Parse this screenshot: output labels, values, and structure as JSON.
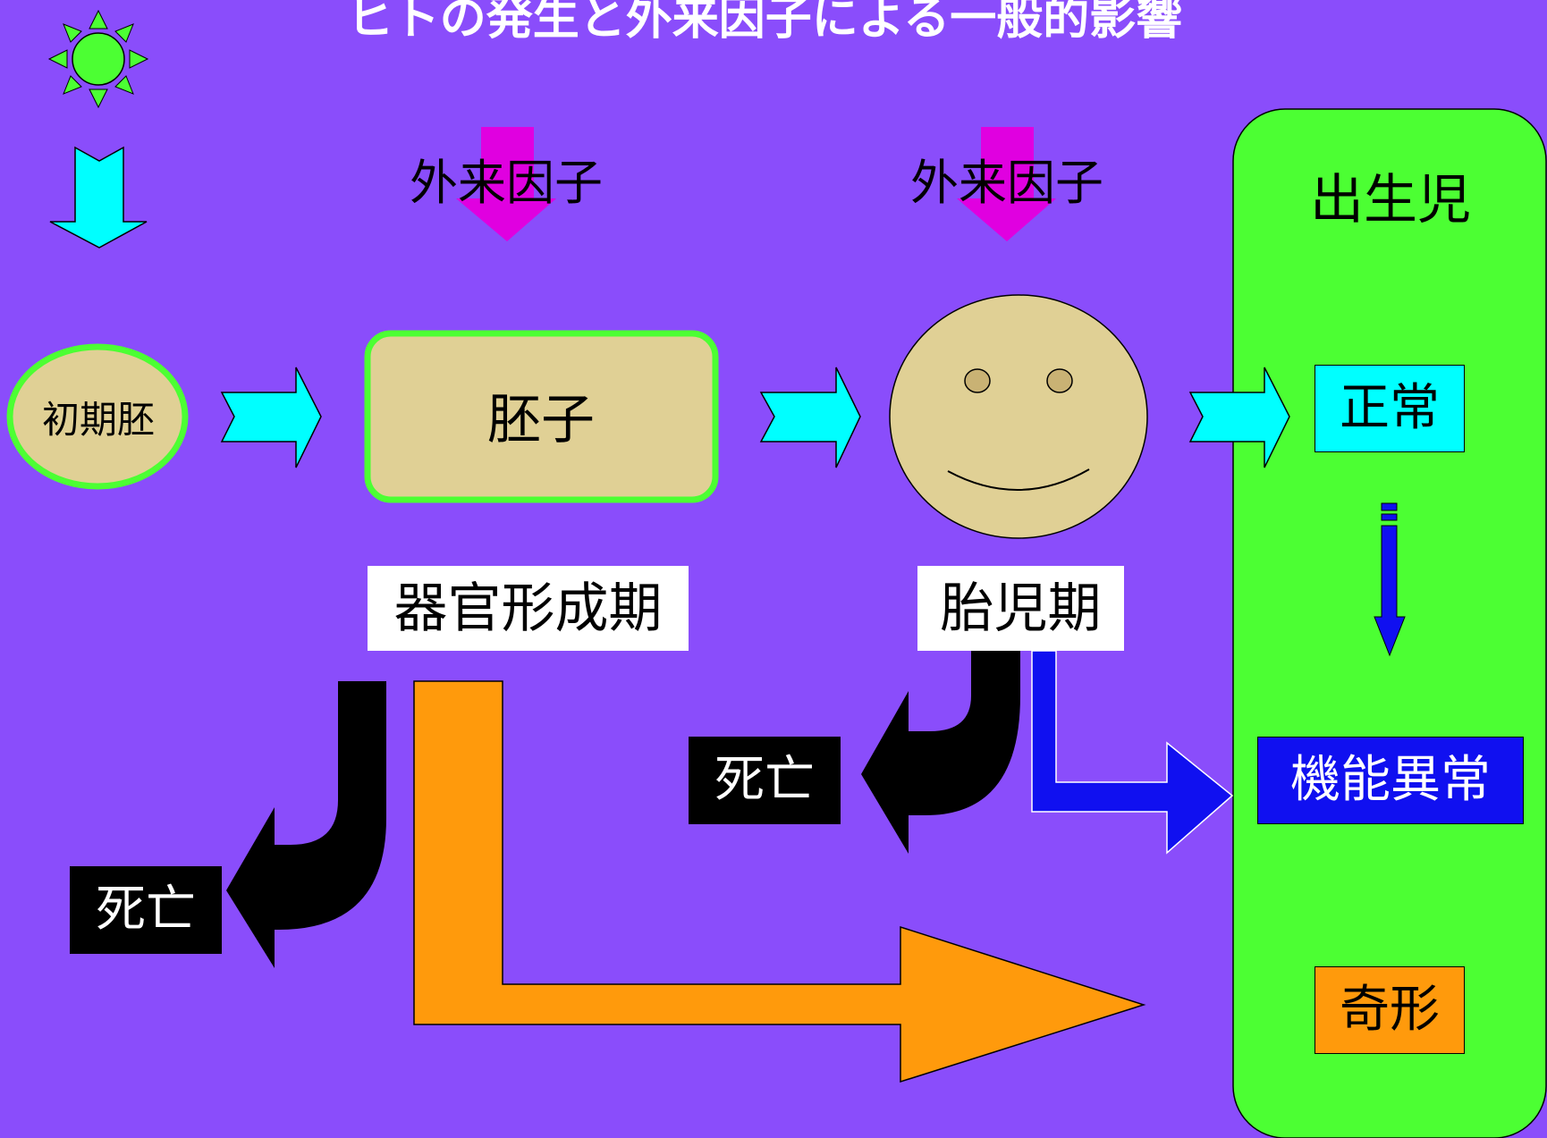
{
  "title": "ヒトの発生と外来因子による一般的影響",
  "nodes": {
    "early_embryo": "初期胚",
    "embryo": "胚子",
    "factor_1": "外来因子",
    "factor_2": "外来因子",
    "organogenesis": "器官形成期",
    "fetal_period": "胎児期",
    "death_1": "死亡",
    "death_2": "死亡",
    "newborn": "出生児",
    "normal": "正常",
    "dysfunction": "機能異常",
    "malformation": "奇形"
  },
  "colors": {
    "background": "#8a4dfb",
    "green": "#4cff33",
    "tan": "#e0d095",
    "cyan": "#00ffff",
    "magenta": "#e000e0",
    "blue": "#1010f0",
    "orange": "#ff9a0c",
    "black": "#000000",
    "white": "#ffffff"
  },
  "icons": [
    "sun-icon",
    "fetus-face-icon"
  ]
}
